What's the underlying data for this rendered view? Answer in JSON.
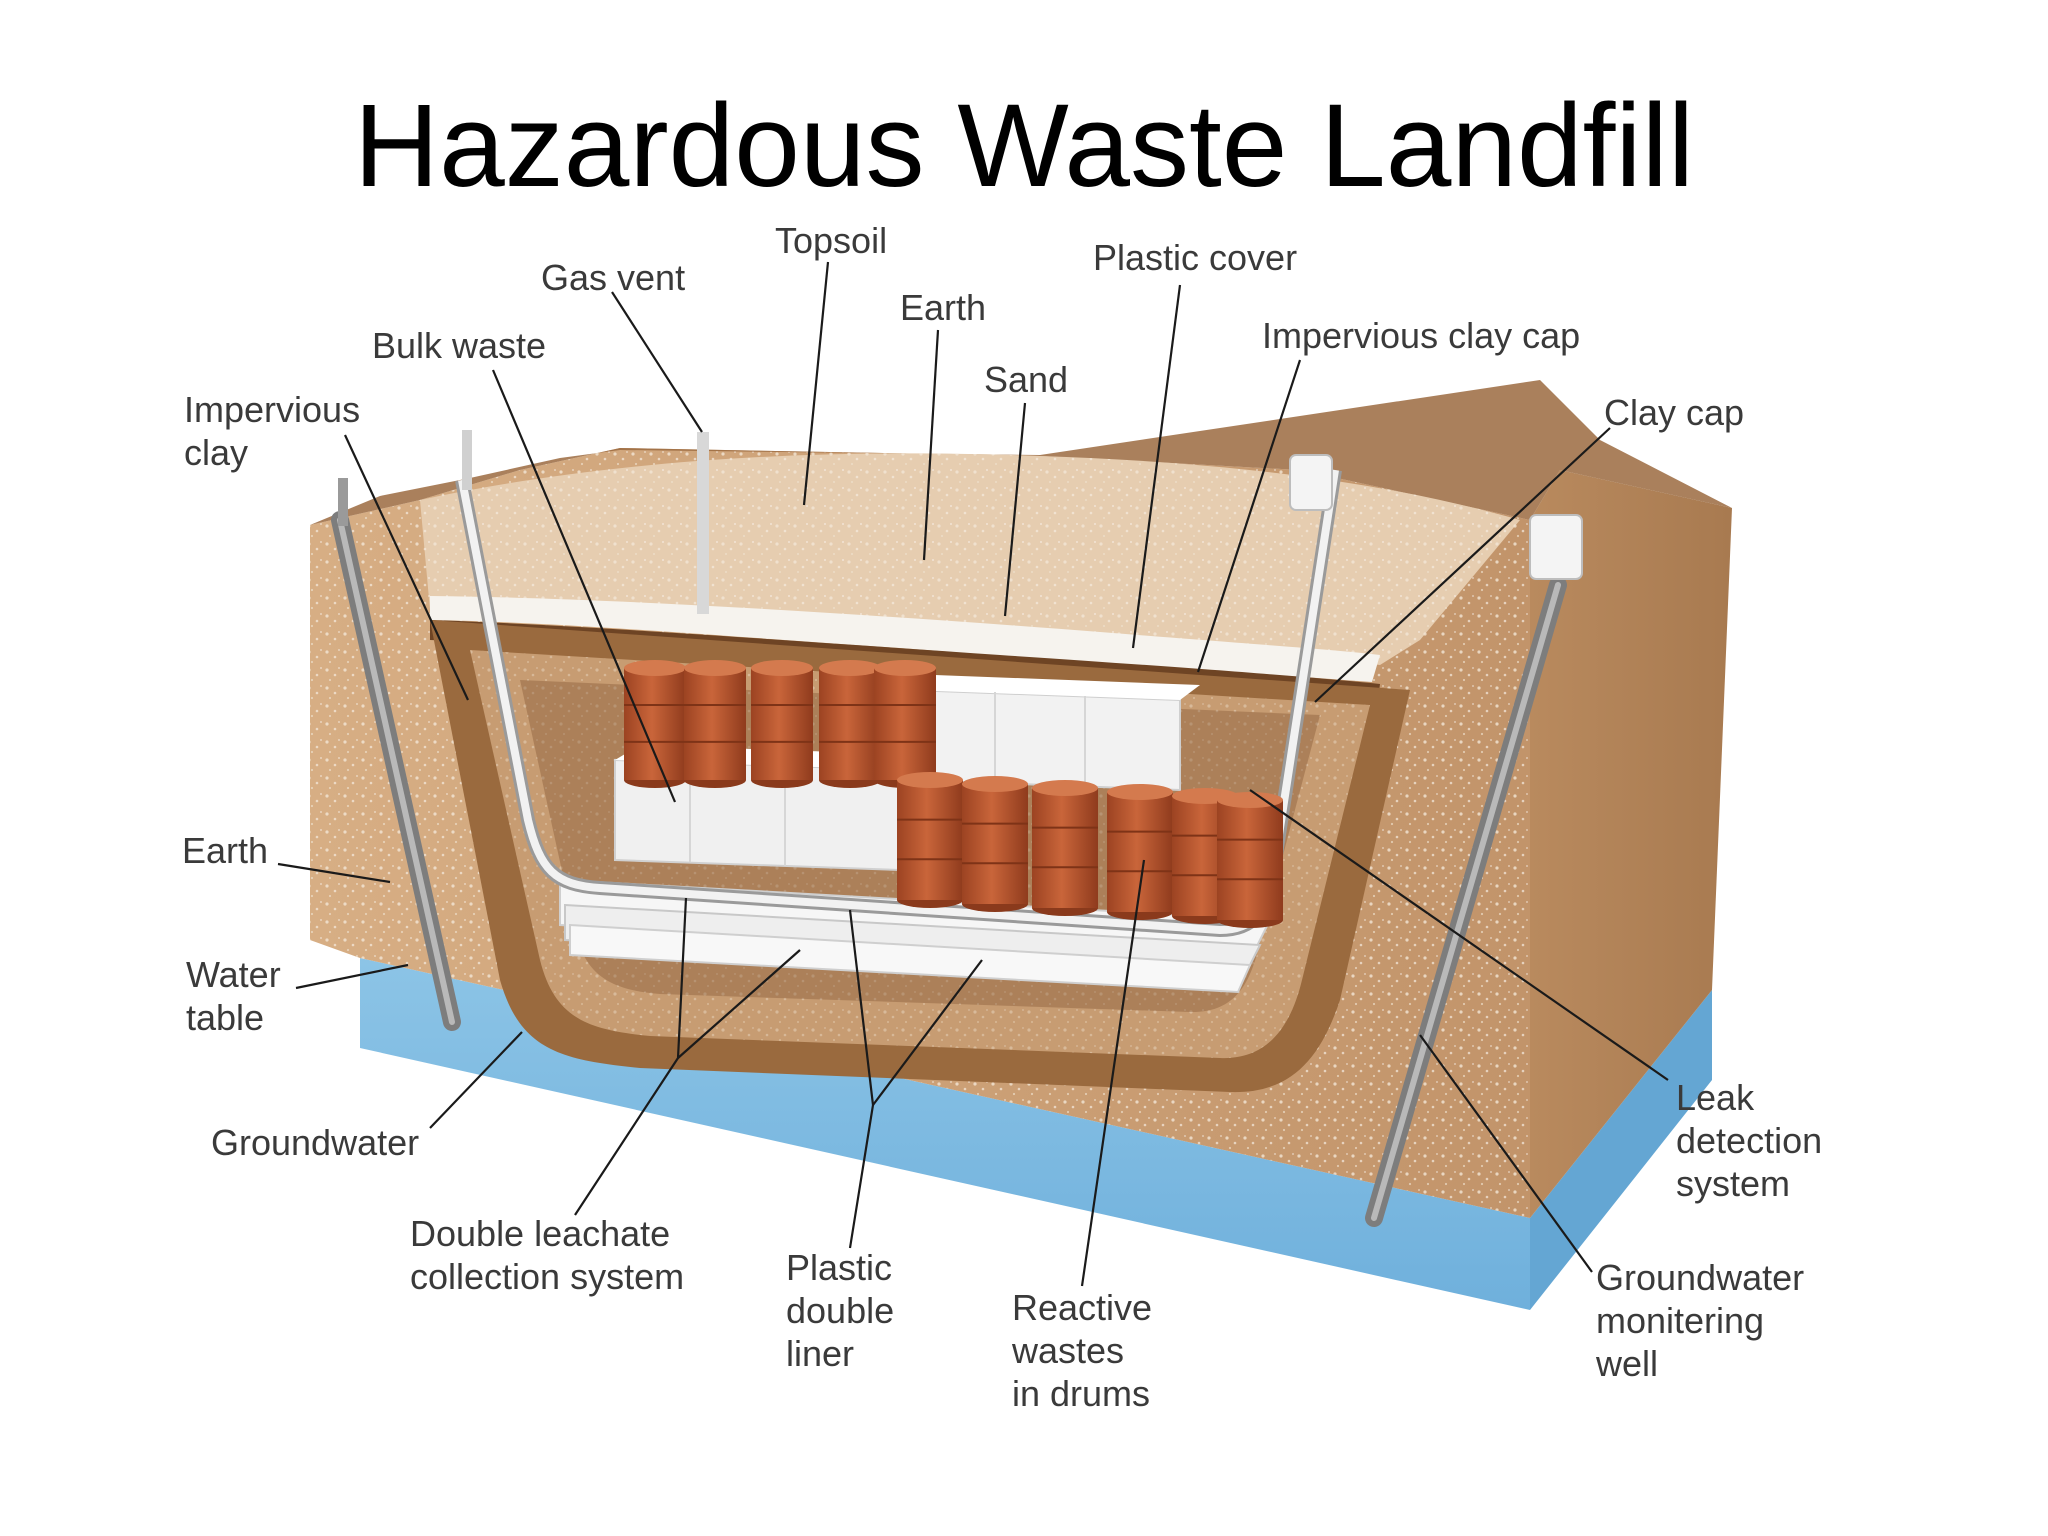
{
  "title": "Hazardous Waste Landfill",
  "labels": {
    "topsoil": "Topsoil",
    "gas_vent": "Gas vent",
    "earth_top": "Earth",
    "plastic_cover": "Plastic cover",
    "bulk_waste": "Bulk waste",
    "impervious_clay_cap": "Impervious clay cap",
    "sand": "Sand",
    "impervious_clay": [
      "Impervious",
      "clay"
    ],
    "clay_cap": "Clay cap",
    "earth_side": "Earth",
    "water_table": [
      "Water",
      "table"
    ],
    "groundwater": "Groundwater",
    "double_leachate": [
      "Double leachate",
      "collection system"
    ],
    "plastic_double_liner": [
      "Plastic",
      "double",
      "liner"
    ],
    "reactive_wastes": [
      "Reactive",
      "wastes",
      "in drums"
    ],
    "leak_detection": [
      "Leak",
      "detection",
      "system"
    ],
    "groundwater_well": [
      "Groundwater",
      "monitering",
      "well"
    ]
  },
  "colors": {
    "earth": "#c89a6c",
    "earth_dark": "#8a5a32",
    "water": "#7fb9df",
    "white_layer": "#f4f4f4",
    "drum": "#b8552e",
    "pipe": "#8c8c8c"
  }
}
